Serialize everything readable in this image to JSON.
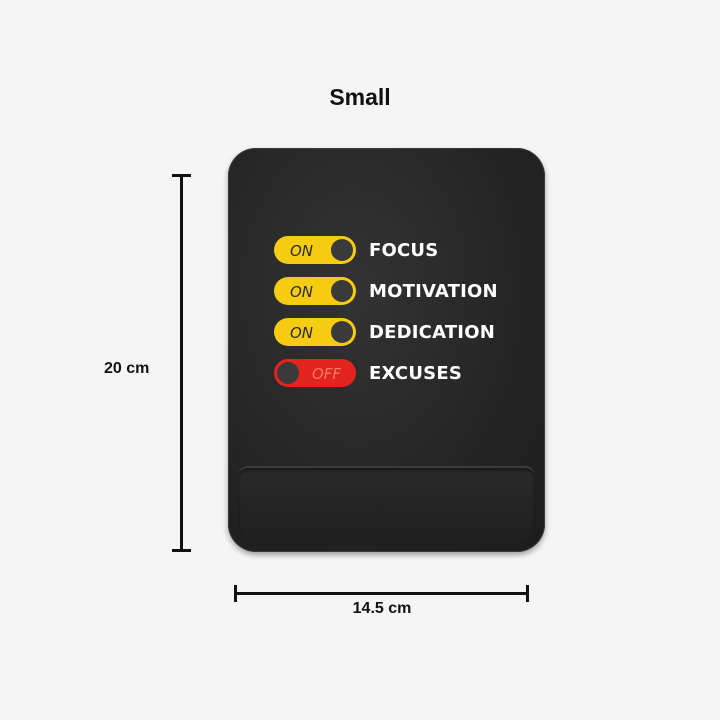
{
  "title": "Small",
  "dimensions": {
    "height_label": "20 cm",
    "width_label": "14.5 cm"
  },
  "toggles": [
    {
      "state_label": "ON",
      "label": "FOCUS",
      "state": "on"
    },
    {
      "state_label": "ON",
      "label": "MOTIVATION",
      "state": "on"
    },
    {
      "state_label": "ON",
      "label": "DEDICATION",
      "state": "on"
    },
    {
      "state_label": "OFF",
      "label": "EXCUSES",
      "state": "off"
    }
  ],
  "colors": {
    "on": "#f5cc12",
    "off": "#e3231d",
    "pad": "#262626"
  }
}
